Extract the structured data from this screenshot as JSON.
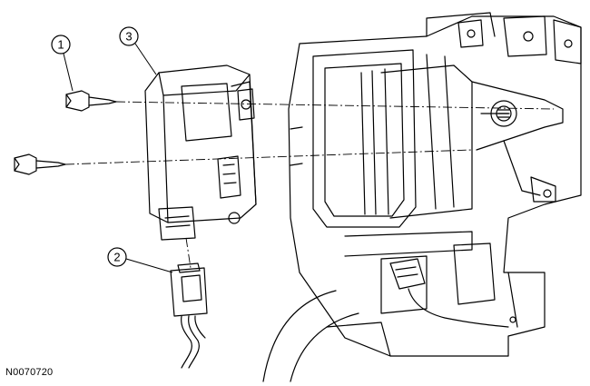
{
  "figure": {
    "id": "N0070720"
  },
  "callouts": [
    {
      "number": "1"
    },
    {
      "number": "2"
    },
    {
      "number": "3"
    }
  ]
}
